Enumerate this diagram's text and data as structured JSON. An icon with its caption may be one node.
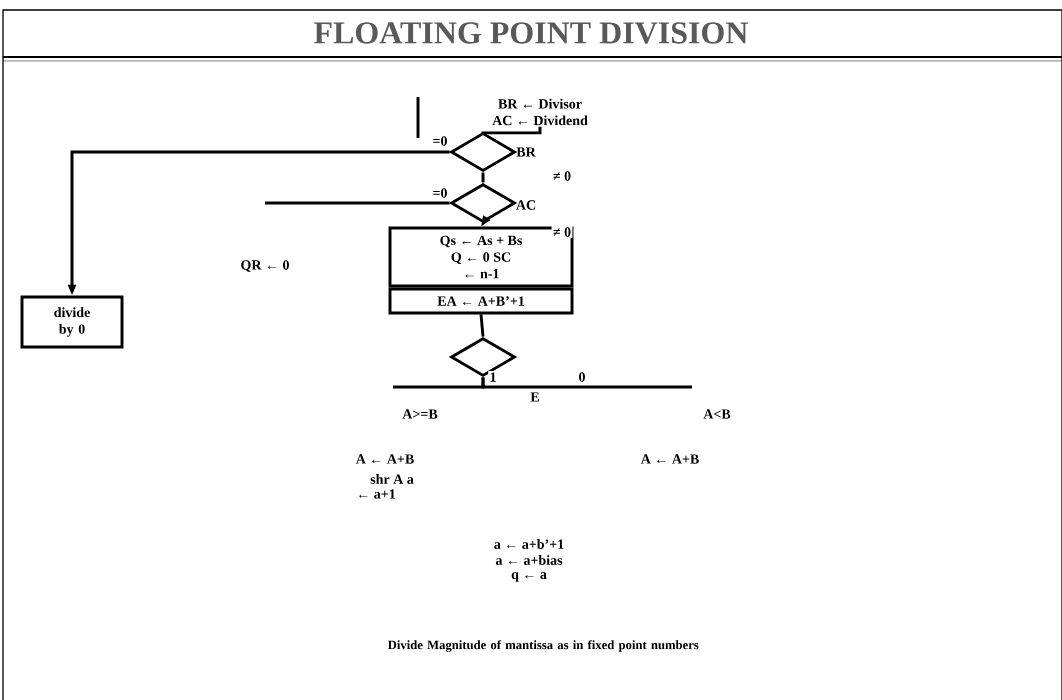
{
  "diagram": {
    "title": "FLOATING POINT DIVISION",
    "nodes": [
      {
        "text": [
          "BR ← Divisor",
          "AC ← Dividend"
        ]
      },
      {
        "text": [
          "BR"
        ]
      },
      {
        "text": [
          "AC"
        ]
      },
      {
        "text": [
          "Qs ← As + Bs",
          "Q ← 0 SC",
          "← n-1"
        ]
      },
      {
        "text": [
          "EA ← A+B’+1"
        ]
      },
      {
        "text": [
          "divide by 0"
        ]
      },
      {
        "text": [
          "E"
        ]
      }
    ],
    "edges": [
      {
        "from": 0,
        "to": 1,
        "arrow": "none"
      },
      {
        "from": 1,
        "to": 2,
        "arrow": "none",
        "label": "≠ 0"
      },
      {
        "from": 1,
        "to": 5,
        "arrow": "to",
        "label": "=0"
      },
      {
        "from": 2,
        "to": null,
        "arrow": "none",
        "label": "=0"
      },
      {
        "from": 2,
        "to": 3,
        "arrow": "to",
        "label": "≠ 0"
      },
      {
        "from": 4,
        "to": 6,
        "arrow": "none"
      },
      {
        "from": 6,
        "to": null,
        "arrow": "none",
        "label": "1"
      },
      {
        "from": 6,
        "to": null,
        "arrow": "none",
        "label": "0"
      }
    ],
    "labels": [
      "QR ← 0",
      "A>=B",
      "A<B",
      "A ← A+B",
      "shr A a",
      "← a+1",
      "A ← A+B",
      "a ← a+b’+1",
      "a ← a+bias",
      "q ← a",
      "Divide Magnitude of mantissa as in fixed point numbers"
    ]
  }
}
